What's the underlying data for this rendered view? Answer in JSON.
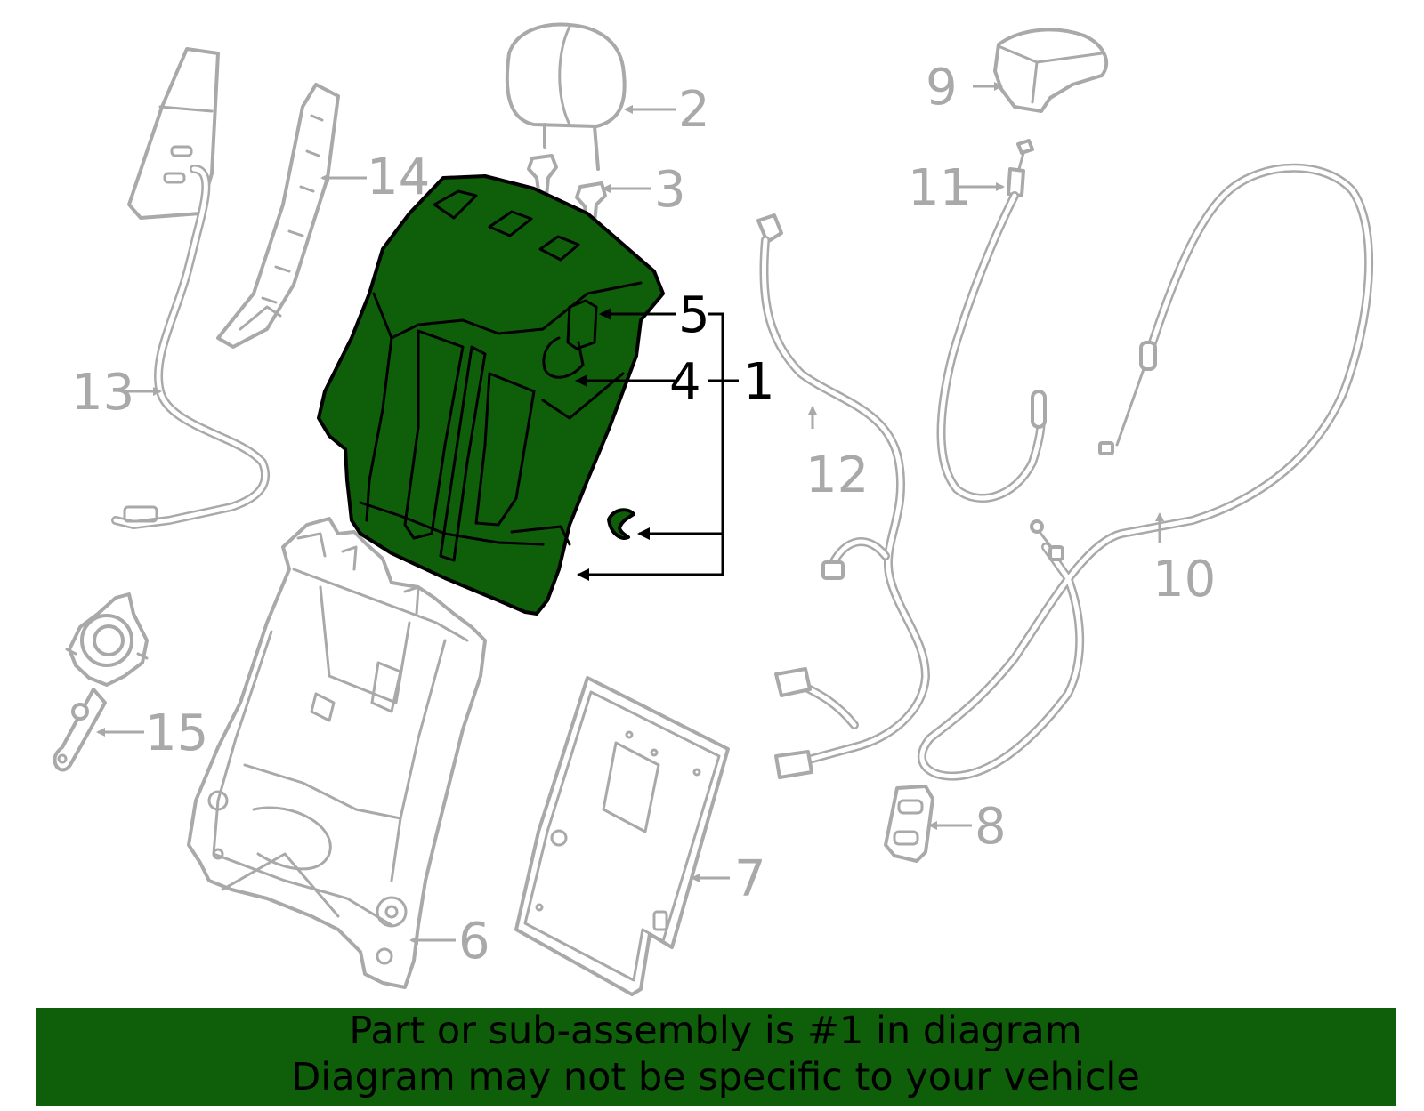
{
  "callouts": {
    "c1": "1",
    "c2": "2",
    "c3": "3",
    "c4": "4",
    "c5": "5",
    "c6": "6",
    "c7": "7",
    "c8": "8",
    "c9": "9",
    "c10": "10",
    "c11": "11",
    "c12": "12",
    "c13": "13",
    "c14": "14",
    "c15": "15"
  },
  "highlighted_part": "1",
  "colors": {
    "highlight": "#0f5e0a",
    "part_outline": "#a9a9a9",
    "banner": "#0f5e0a"
  },
  "banner": {
    "line1": "Part or sub-assembly is #1 in diagram",
    "line2": "Diagram may not be specific to your vehicle"
  }
}
